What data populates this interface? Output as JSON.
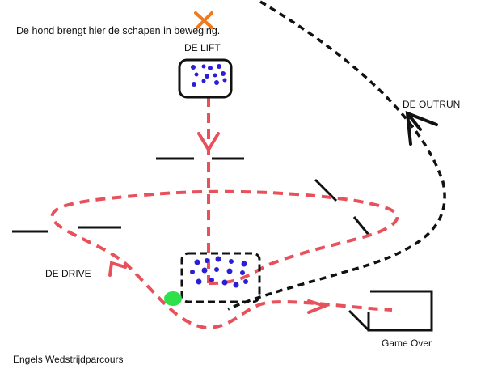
{
  "labels": {
    "instruction": "De hond brengt hier de schapen in beweging.",
    "lift": "DE LIFT",
    "outrun": "DE OUTRUN",
    "drive": "DE DRIVE",
    "game_over": "Game Over",
    "course_title": "Engels Wedstrijdparcours"
  },
  "colors": {
    "drive_path": "#e8505b",
    "outrun_path": "#111111",
    "sheep": "#2a1fd6",
    "marker": "#f07a1a",
    "dog": "#2ee04a"
  }
}
